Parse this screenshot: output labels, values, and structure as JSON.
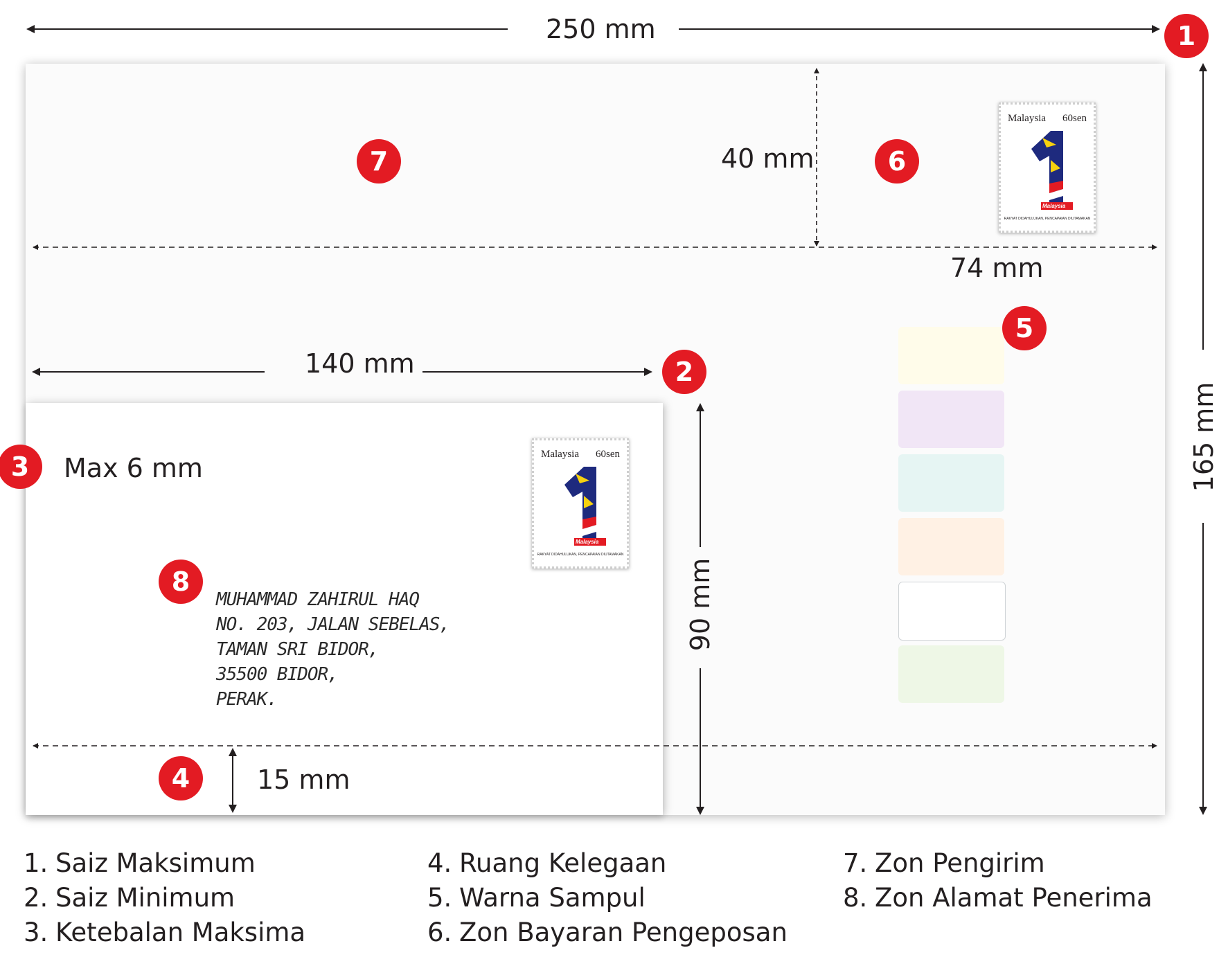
{
  "dimensions": {
    "max_width": "250 mm",
    "max_height": "165 mm",
    "min_width": "140 mm",
    "min_height": "90 mm",
    "sender_zone_height": "40 mm",
    "postage_zone_width": "74 mm",
    "clearance": "15 mm",
    "max_thickness": "Max 6 mm"
  },
  "markers": [
    "1",
    "2",
    "3",
    "4",
    "5",
    "6",
    "7",
    "8"
  ],
  "stamp": {
    "country": "Malaysia",
    "value": "60sen",
    "emblem_text": "Malaysia",
    "tagline": "RAKYAT DIDAHULUKAN, PENCAPAIAN DIUTAMAKAN"
  },
  "address": [
    "MUHAMMAD ZAHIRUL HAQ",
    "NO. 203, JALAN SEBELAS,",
    "TAMAN SRI BIDOR,",
    "35500 BIDOR,",
    "PERAK."
  ],
  "envelope_colors": [
    "#fffcea",
    "#f1e6f6",
    "#e6f5f3",
    "#fff1e4",
    "#ffffff",
    "#eef7e6"
  ],
  "accent_color": "#e31b23",
  "legend": [
    {
      "num": "1.",
      "label": "Saiz Maksimum"
    },
    {
      "num": "2.",
      "label": "Saiz Minimum"
    },
    {
      "num": "3.",
      "label": "Ketebalan Maksima"
    },
    {
      "num": "4.",
      "label": "Ruang Kelegaan"
    },
    {
      "num": "5.",
      "label": "Warna Sampul"
    },
    {
      "num": "6.",
      "label": "Zon Bayaran Pengeposan"
    },
    {
      "num": "7.",
      "label": "Zon Pengirim"
    },
    {
      "num": "8.",
      "label": "Zon Alamat Penerima"
    }
  ]
}
